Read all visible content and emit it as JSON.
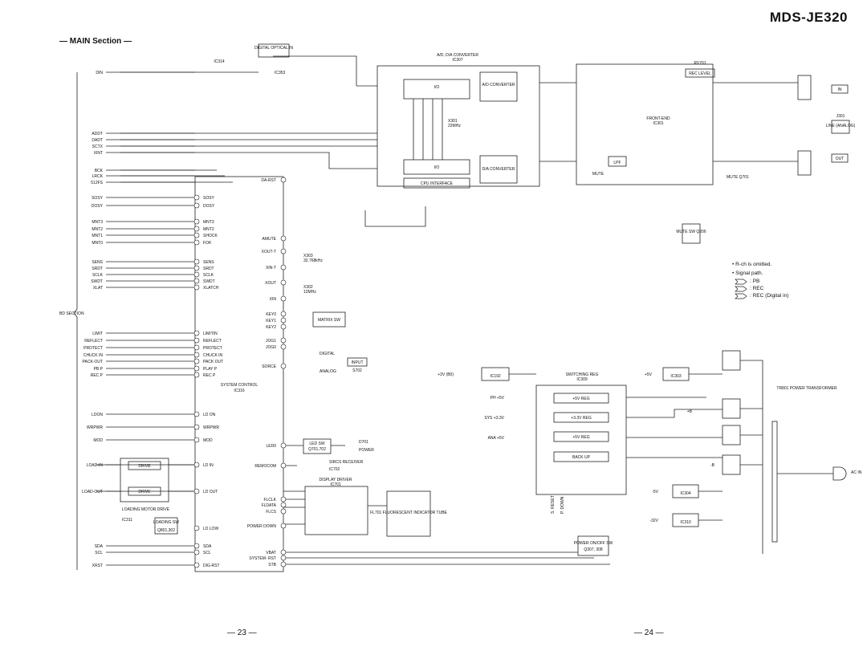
{
  "header": {
    "model": "MDS-JE320",
    "section": "— MAIN Section —"
  },
  "pages": {
    "left": "— 23 —",
    "right": "— 24 —"
  },
  "notes": [
    "• R-ch is omitted.",
    "• Signal path."
  ],
  "legend": [
    {
      "symbol": "arrow-outline",
      "label": ": PB"
    },
    {
      "symbol": "arrow-outline",
      "label": ": REC"
    },
    {
      "symbol": "arrow-outline",
      "label": ": REC (Digital in)"
    }
  ],
  "blocks": {
    "digital_optical_in": "DIGITAL OPTICAL IN",
    "ic314": "IC314",
    "ic353": "IC353",
    "converter_title": "A/D, D/A CONVERTER",
    "converter_ic": "IC307",
    "io": "I/O",
    "ad_converter": "A/D CONVERTER",
    "da_converter": "D/A CONVERTER",
    "cpu_interface": "CPU INTERFACE",
    "x301": "X301",
    "x301_freq": "22MHz",
    "rv701": "RV701",
    "rec_level": "REC LEVEL",
    "front_end": "FRONT-END",
    "front_end_ic": "IC301",
    "lpf": "LPF",
    "mute": "MUTE",
    "mute_q": "MUTE Q701",
    "mute_sw": "MUTE SW Q206",
    "j301": "J301",
    "line_analog": "LINE (ANALOG)",
    "jack_in": "IN",
    "jack_out": "OUT",
    "bd_section": "BD SECTION",
    "system_control": "SYSTEM CONTROL",
    "system_control_ic": "IC316",
    "x303": "X303",
    "x303_freq": "32.768kHz",
    "x302": "X302",
    "x302_freq": "12MHz",
    "matrix": "MATRIX SW",
    "digital": "DIGITAL",
    "analog": "ANALOG",
    "input": "INPUT",
    "s702": "S702",
    "led_sw": "LED SW",
    "led_sw_q": "Q701,702",
    "d701": "D701",
    "power": "POWER",
    "sircs": "SIRCS RECEIVER",
    "sircs_ic": "IC702",
    "display_driver": "DISPLAY DRIVER",
    "display_driver_ic": "IC701",
    "fl701": "FL701 FLUORESCENT INDICATOR TUBE",
    "drive": "DRIVE",
    "loading_motor": "LOADING MOTOR DRIVE",
    "loading_motor_ic": "IC311",
    "loading_sw": "LOADING SW",
    "loading_sw_q": "Q801,302",
    "switching_reg": "SWITCHING REG",
    "switching_reg_ic": "IC309",
    "reg5v": "+5V REG",
    "reg33v": "+3.3V REG",
    "back_up": "BACK UP",
    "power_onoff": "POWER ON/OFF SW",
    "power_onoff_q": "Q307, 308",
    "ic192": "IC192",
    "ic303": "IC303",
    "ic304": "IC304",
    "ic310": "IC310",
    "tr801": "TR801 POWER TRANSFORMER",
    "ac_in": "AC IN",
    "reset": "S. RESET",
    "pdown": "P. DOWN"
  },
  "left_signals": [
    "DIN",
    "ADDT",
    "DADT",
    "SCTX",
    "XINT",
    "BCK",
    "LRCK",
    "512FS",
    "SOSY",
    "DOSY",
    "MNT3",
    "MNT2",
    "MNT1",
    "MNT0",
    "SENS",
    "SRDT",
    "SCLK",
    "SWDT",
    "XLAT",
    "LIMIT",
    "REFLECT",
    "PROTECT",
    "CHUCK IN",
    "PACK-OUT",
    "PB P",
    "REC P",
    "LDON",
    "WRPWR",
    "MOD",
    "LOAD-IN",
    "LOAD-OUT",
    "SDA",
    "SCL",
    "XRST"
  ],
  "ic316_left_pins": [
    "SOSY",
    "DOSY",
    "MNT3",
    "MNT2",
    "SHOCK",
    "FOK",
    "SENS",
    "SRDT",
    "SCLK",
    "SWDT",
    "XLATCH",
    "LIMITIN",
    "REFLECT",
    "PROTECT",
    "CHUCK IN",
    "PACK OUT",
    "PLAY P",
    "REC P",
    "LD ON",
    "WRPWR",
    "MOD",
    "LD IN",
    "LD OUT",
    "LD LOW",
    "SDA",
    "SCL",
    "DIG-RST"
  ],
  "ic316_right_pins": [
    "DA-RST",
    "AMUTE",
    "XOUT-T",
    "XIN-T",
    "XOUT",
    "XIN",
    "KEY0",
    "KEY1",
    "KEY2",
    "JOG1",
    "JOG0",
    "SORCE",
    "LED0",
    "REMOCOM",
    "FLCLK",
    "FLDATA",
    "FLCS",
    "POWER DOWN",
    "VBAT",
    "SYSTEM- RST",
    "STB"
  ],
  "power_rails": [
    "+3V (B0)",
    "PH +5V",
    "SYS +3.3V",
    "ANA +5V",
    "+5V",
    "+B",
    "-B",
    "-5V",
    "-32V"
  ]
}
